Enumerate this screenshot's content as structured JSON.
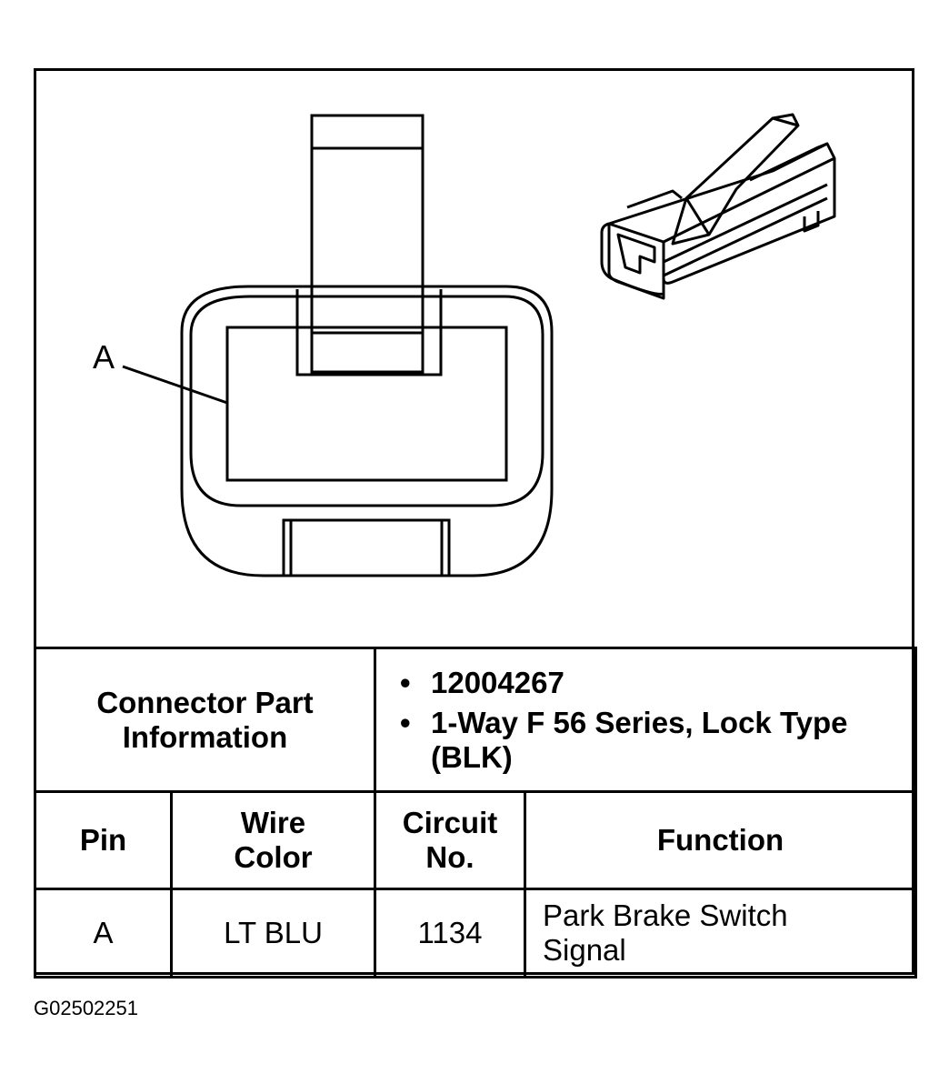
{
  "diagram": {
    "callout_label": "A"
  },
  "connector_info": {
    "label": "Connector Part Information",
    "bullets": [
      "12004267",
      "1-Way F 56 Series, Lock Type (BLK)"
    ]
  },
  "table": {
    "headers": {
      "pin": "Pin",
      "wire_color": "Wire Color",
      "circuit_no": "Circuit No.",
      "function": "Function"
    },
    "rows": [
      {
        "pin": "A",
        "wire_color": "LT BLU",
        "circuit_no": "1134",
        "function": "Park Brake Switch Signal"
      }
    ]
  },
  "figure_code": "G02502251"
}
